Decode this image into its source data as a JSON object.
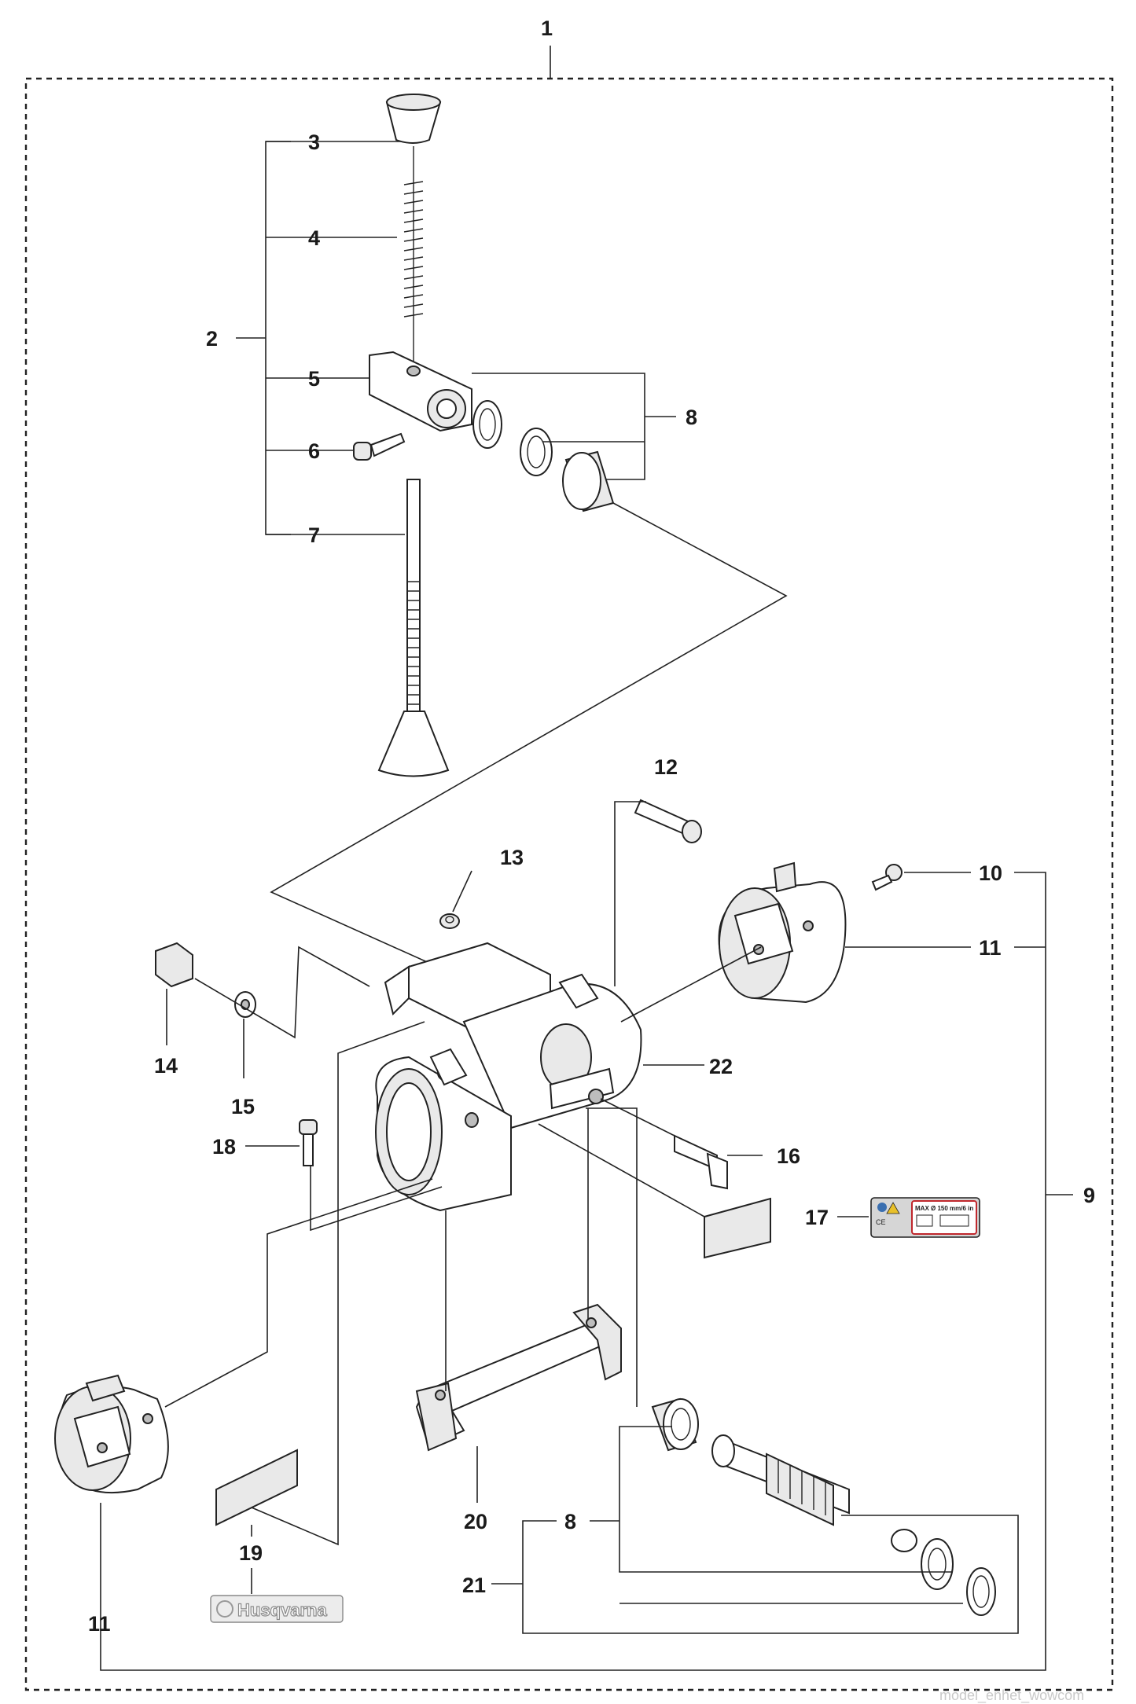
{
  "callouts": [
    {
      "id": "1",
      "text": "1"
    },
    {
      "id": "2",
      "text": "2"
    },
    {
      "id": "3",
      "text": "3"
    },
    {
      "id": "4",
      "text": "4"
    },
    {
      "id": "5",
      "text": "5"
    },
    {
      "id": "6",
      "text": "6"
    },
    {
      "id": "7",
      "text": "7"
    },
    {
      "id": "8a",
      "text": "8"
    },
    {
      "id": "8b",
      "text": "8"
    },
    {
      "id": "9",
      "text": "9"
    },
    {
      "id": "10",
      "text": "10"
    },
    {
      "id": "11a",
      "text": "11"
    },
    {
      "id": "11b",
      "text": "11"
    },
    {
      "id": "12",
      "text": "12"
    },
    {
      "id": "13",
      "text": "13"
    },
    {
      "id": "14",
      "text": "14"
    },
    {
      "id": "15",
      "text": "15"
    },
    {
      "id": "16",
      "text": "16"
    },
    {
      "id": "17",
      "text": "17"
    },
    {
      "id": "18",
      "text": "18"
    },
    {
      "id": "19",
      "text": "19"
    },
    {
      "id": "20",
      "text": "20"
    },
    {
      "id": "21",
      "text": "21"
    },
    {
      "id": "22",
      "text": "22"
    }
  ],
  "decal_17": {
    "line1": "MAX Ø 150 mm/6 in",
    "ce_mark": "CE"
  },
  "decal_19": {
    "brand": "Husqvarna"
  },
  "watermark": "model_enhet_wowcom",
  "colors": {
    "line": "#222222",
    "decal_red": "#c0282d",
    "decal_gray": "#d6d6d6"
  }
}
